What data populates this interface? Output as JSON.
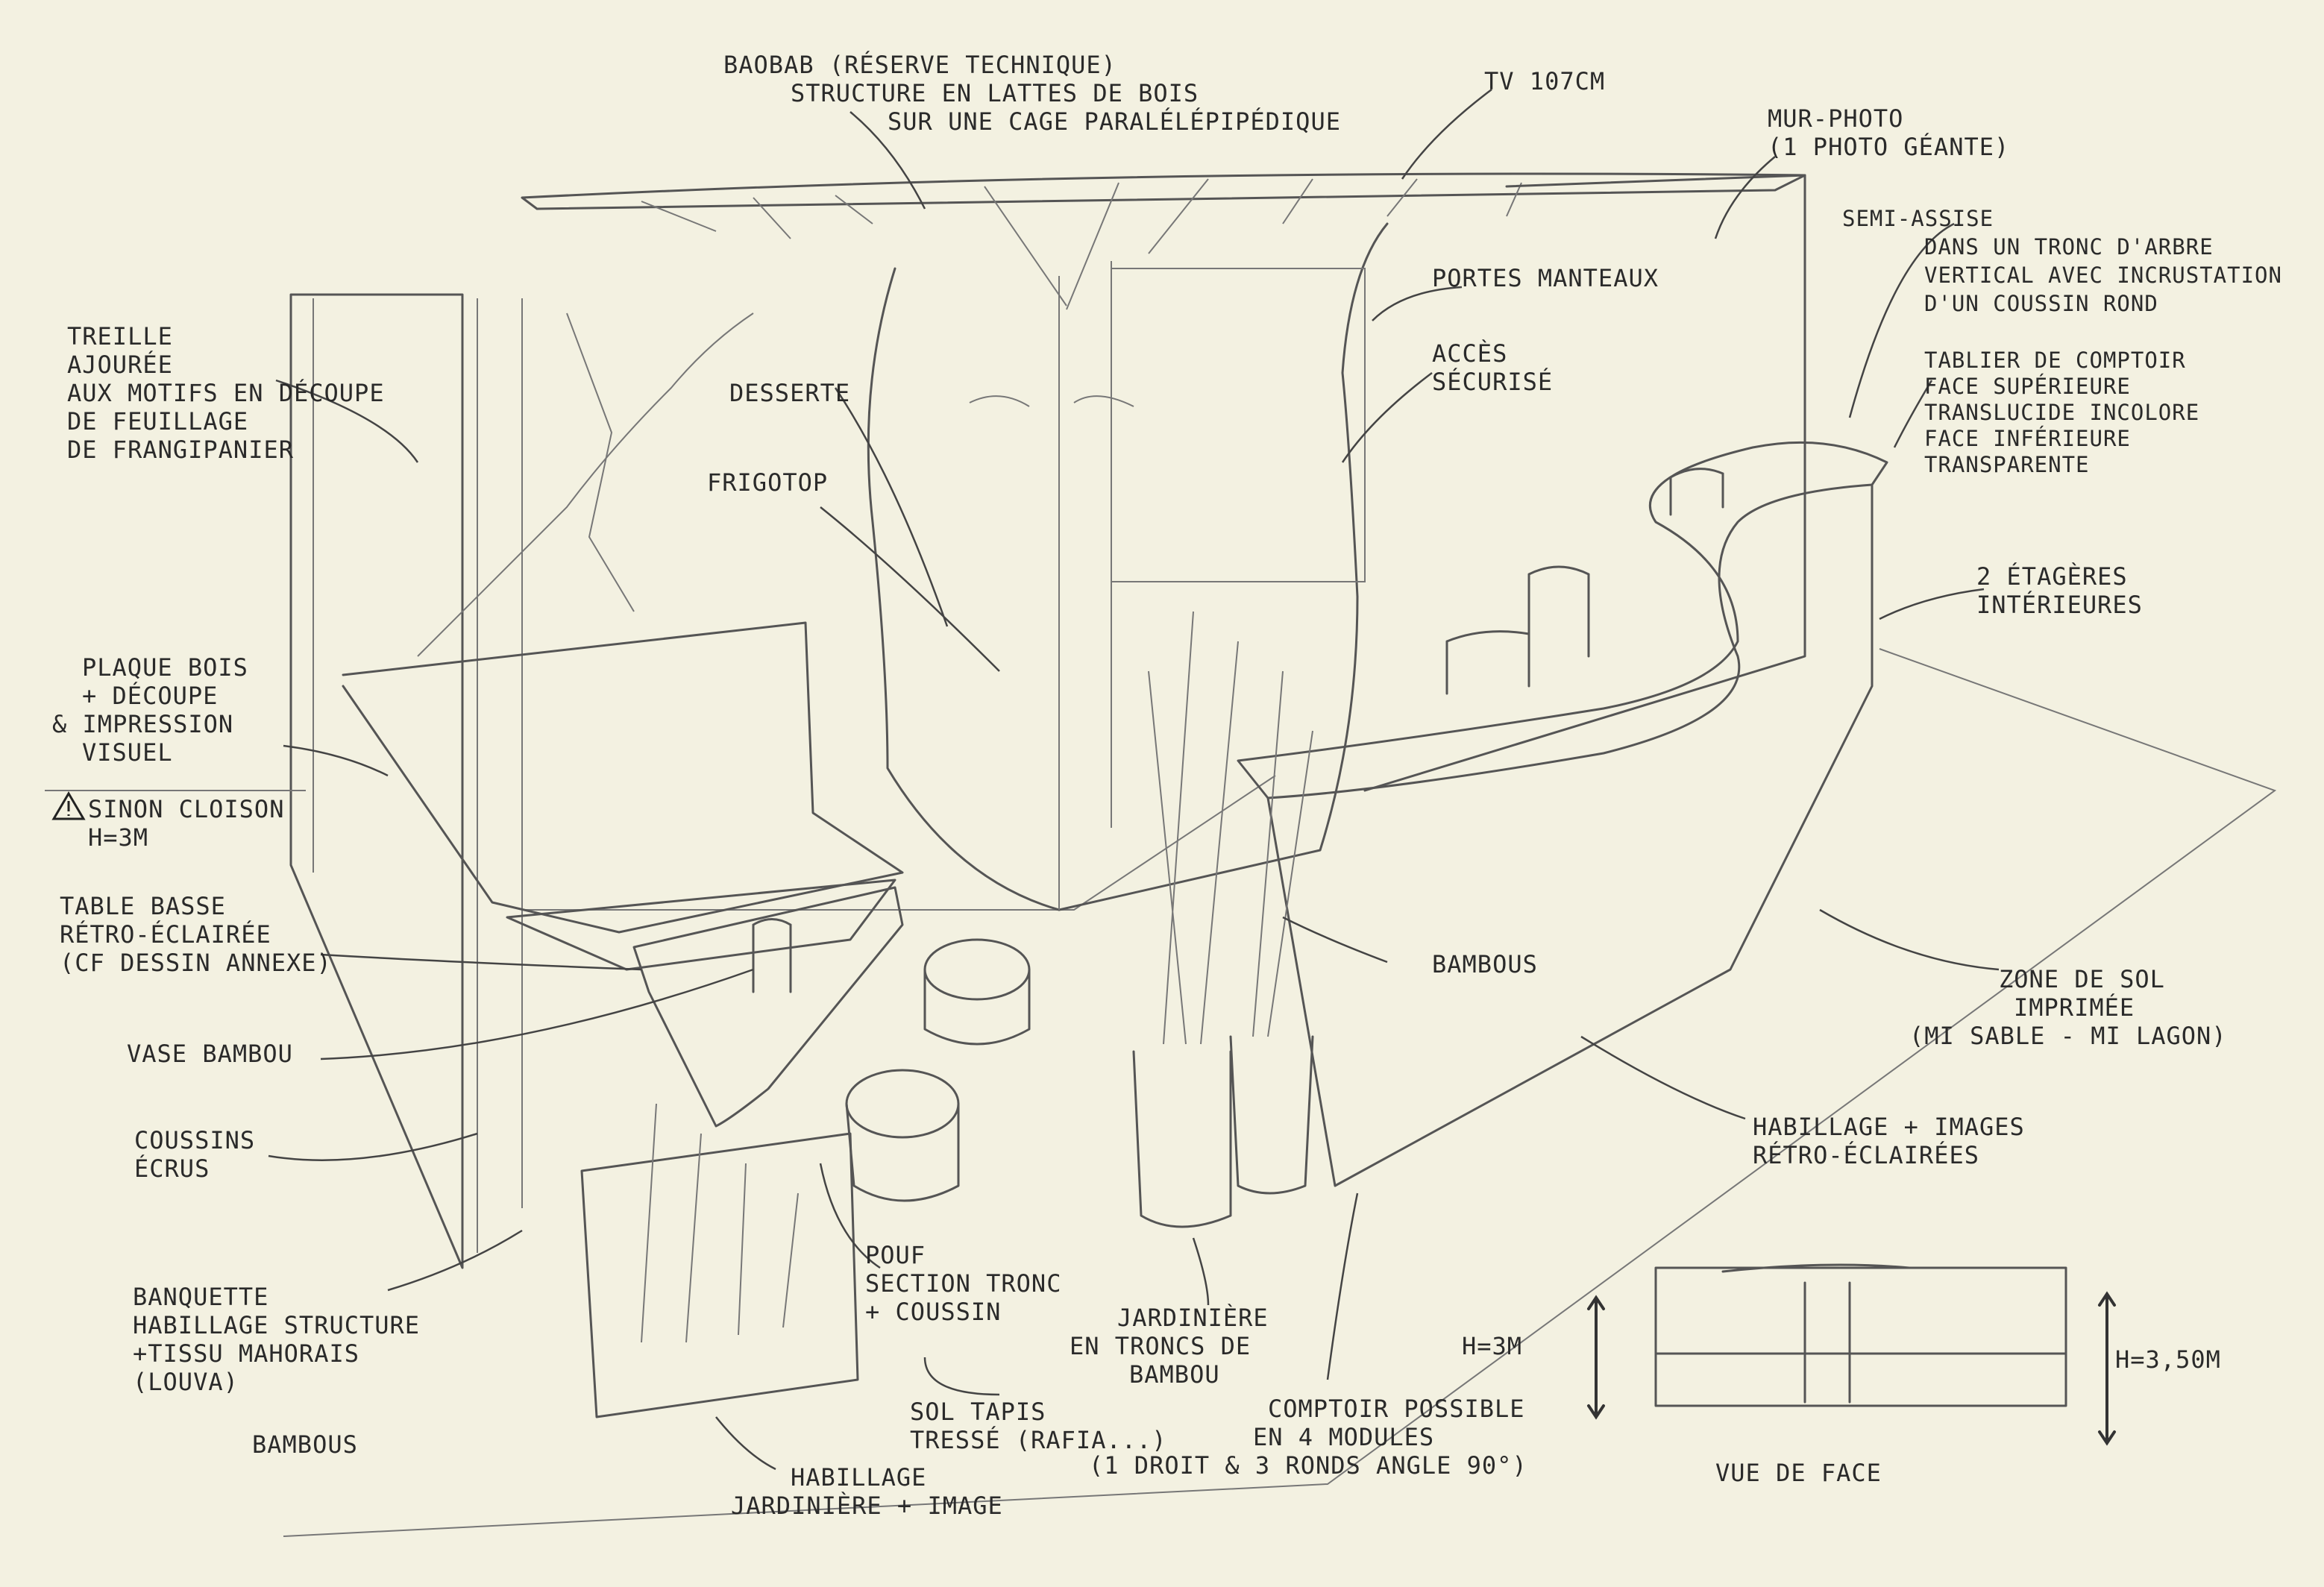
{
  "labels": {
    "baobab": [
      "BAOBAB (RÉSERVE TECHNIQUE)",
      "STRUCTURE EN LATTES DE BOIS",
      "SUR UNE CAGE PARALÉLÉPIPÉDIQUE"
    ],
    "tv": [
      "TV 107cm"
    ],
    "mur_photo": [
      "MUR-PHOTO",
      "(1 PHOTO GÉANTE)"
    ],
    "semi_assise": [
      "SEMI-ASSISE",
      "DANS UN TRONC D'ARBRE",
      "VERTICAL AVEC INCRUSTATION",
      "D'UN COUSSIN ROND"
    ],
    "treille": [
      "TREILLE",
      "AJOURÉE",
      "AUX MOTIFS EN DÉCOUPE",
      "DE FEUILLAGE",
      "DE FRANGIPANIER"
    ],
    "portes_manteaux": [
      "PORTES MANTEAUX"
    ],
    "acces": [
      "ACCÈS",
      "SÉCURISÉ"
    ],
    "desserte": [
      "DESSERTE"
    ],
    "frigotop": [
      "FRIGOTOP"
    ],
    "tablier": [
      "TABLIER DE COMPTOIR",
      "FACE SUPÉRIEURE",
      "TRANSLUCIDE INCOLORE",
      "FACE INFÉRIEURE",
      "TRANSPARENTE"
    ],
    "etageres": [
      "2 ÉTAGÈRES",
      "INTÉRIEURES"
    ],
    "plaque_bois": [
      "PLAQUE BOIS",
      "+ DÉCOUPE",
      "& IMPRESSION",
      "VISUEL"
    ],
    "sinon_cloison": [
      "SINON CLOISON",
      "H=3m"
    ],
    "table_basse": [
      "TABLE BASSE",
      "RÉTRO-ÉCLAIRÉE",
      "(CF DESSIN ANNEXE)"
    ],
    "vase_bambou": [
      "VASE BAMBOU"
    ],
    "coussins": [
      "COUSSINS",
      "ÉCRUS"
    ],
    "banquette": [
      "BANQUETTE",
      "HABILLAGE STRUCTURE",
      "+TISSU MAHORAIS",
      "(LOUVA)"
    ],
    "bambous_left": [
      "BAMBOUS"
    ],
    "bambous_center": [
      "BAMBOUS"
    ],
    "zone_sol": [
      "ZONE DE SOL",
      "IMPRIMÉE",
      "(MI SABLE - MI LAGON)"
    ],
    "habillage_images": [
      "HABILLAGE + IMAGES",
      "RÉTRO-ÉCLAIRÉES"
    ],
    "pouf": [
      "POUF",
      "SECTION TRONC",
      "+ COUSSIN"
    ],
    "jardiniere": [
      "JARDINIÈRE",
      "EN TRONCS DE",
      "BAMBOU"
    ],
    "sol_tapis": [
      "SOL TAPIS",
      "TRESSÉ (RAFIA...)"
    ],
    "habillage_jardiniere": [
      "HABILLAGE",
      "JARDINIÈRE + IMAGE"
    ],
    "comptoir": [
      "COMPTOIR POSSIBLE",
      "EN 4 MODULES",
      "(1 DROIT & 3 RONDS ANGLE 90°)"
    ],
    "h3m": [
      "H=3m"
    ],
    "h350": [
      "H=3,50m"
    ],
    "vue_face": [
      "VUE DE FACE"
    ]
  },
  "icons": {
    "warning": "warning-triangle-icon"
  },
  "colors": {
    "paper": "#f3f1e1",
    "pencil": "#2a2a2a"
  }
}
